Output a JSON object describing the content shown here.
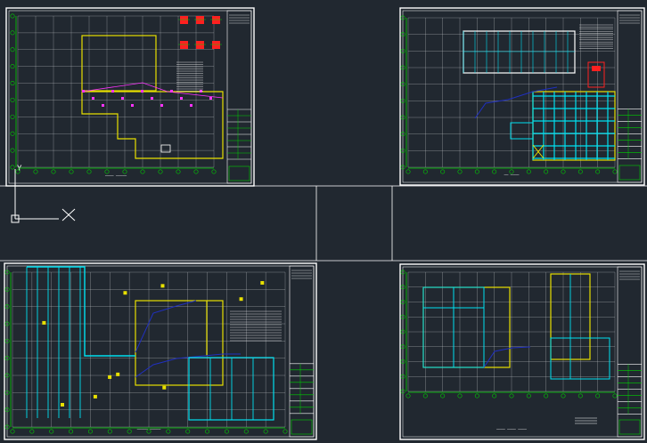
{
  "app": {
    "view": "model-space",
    "background_color": "#212830"
  },
  "ucs": {
    "axis_y_label": "Y",
    "axis_x_label": "X",
    "color": "#ffffff"
  },
  "colors": {
    "frame": "#ffffff",
    "grid": "#c9cdd1",
    "axis_green": "#00d000",
    "yellow": "#e8e000",
    "cyan": "#00e0f0",
    "magenta": "#ff33ff",
    "red": "#ff2020",
    "blue": "#2030c0"
  },
  "sheets": [
    {
      "id": "sheet-1",
      "title_text": "──── ─────"
    },
    {
      "id": "sheet-2",
      "title_text": "── ────"
    },
    {
      "id": "sheet-3",
      "title_text": "───── ─────"
    },
    {
      "id": "sheet-4",
      "title_text": "──── ──── ────"
    }
  ]
}
